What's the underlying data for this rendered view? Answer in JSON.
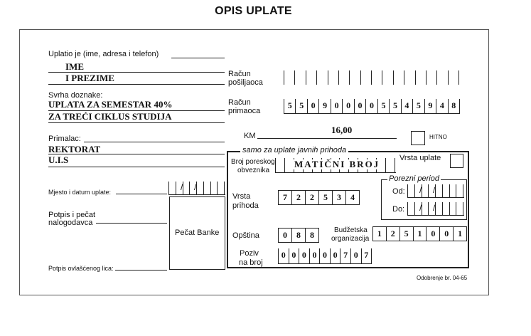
{
  "title": "OPIS UPLATE",
  "labels": {
    "uplatio": "Uplatio je (ime, adresa i telefon)",
    "racun_posiljaoca_1": "Račun",
    "racun_posiljaoca_2": "pošiljaoca",
    "svrha": "Svrha doznake:",
    "racun_primaoca_1": "Račun",
    "racun_primaoca_2": "primaoca",
    "primalac": "Primalac:",
    "km": "KM",
    "hitno": "HITNO",
    "javni": "samo za uplate javnih prihoda",
    "vrsta_uplate": "Vrsta uplate",
    "broj_poreskog_1": "Broj poreskog",
    "broj_poreskog_2": "obveznika",
    "porezni_period": "Porezni period",
    "od": "Od:",
    "do": "Do:",
    "vrsta_prihoda_1": "Vrsta",
    "vrsta_prihoda_2": "prihoda",
    "opstina": "Opština",
    "budzetska_1": "Budžetska",
    "budzetska_2": "organizacija",
    "poziv_1": "Poziv",
    "poziv_2": "na broj",
    "mjesto_datum": "Mjesto i datum uplate:",
    "potpis_pecat_1": "Potpis i pečat",
    "potpis_pecat_2": "nalogodavca",
    "pecat_banke": "Pečat Banke",
    "potpis_ovlastenog": "Potpis ovlašćenog lica:",
    "odobrenje": "Odobrenje br. 04-65"
  },
  "values": {
    "ime": "IME",
    "prezime": "I PREZIME",
    "svrha_1": "UPLATA ZA SEMESTAR 40%",
    "svrha_2": "ZA TREĆI CIKLUS STUDIJA",
    "primalac_1": "REKTORAT",
    "primalac_2": "U.I.S",
    "iznos": "16,00",
    "maticni_broj": "MATIČNI BROJ"
  },
  "racun_primaoca_digits": [
    "5",
    "5",
    "0",
    "9",
    "0",
    "0",
    "0",
    "0",
    "5",
    "5",
    "4",
    "5",
    "9",
    "4",
    "8"
  ],
  "vrsta_prihoda_digits": [
    "7",
    "2",
    "2",
    "5",
    "3",
    "4"
  ],
  "opstina_digits": [
    "0",
    "8",
    "8"
  ],
  "budzetska_digits": [
    "1",
    "2",
    "5",
    "1",
    "0",
    "0",
    "1"
  ],
  "poziv_digits": [
    "0",
    "0",
    "0",
    "0",
    "0",
    "0",
    "7",
    "0",
    "7"
  ]
}
